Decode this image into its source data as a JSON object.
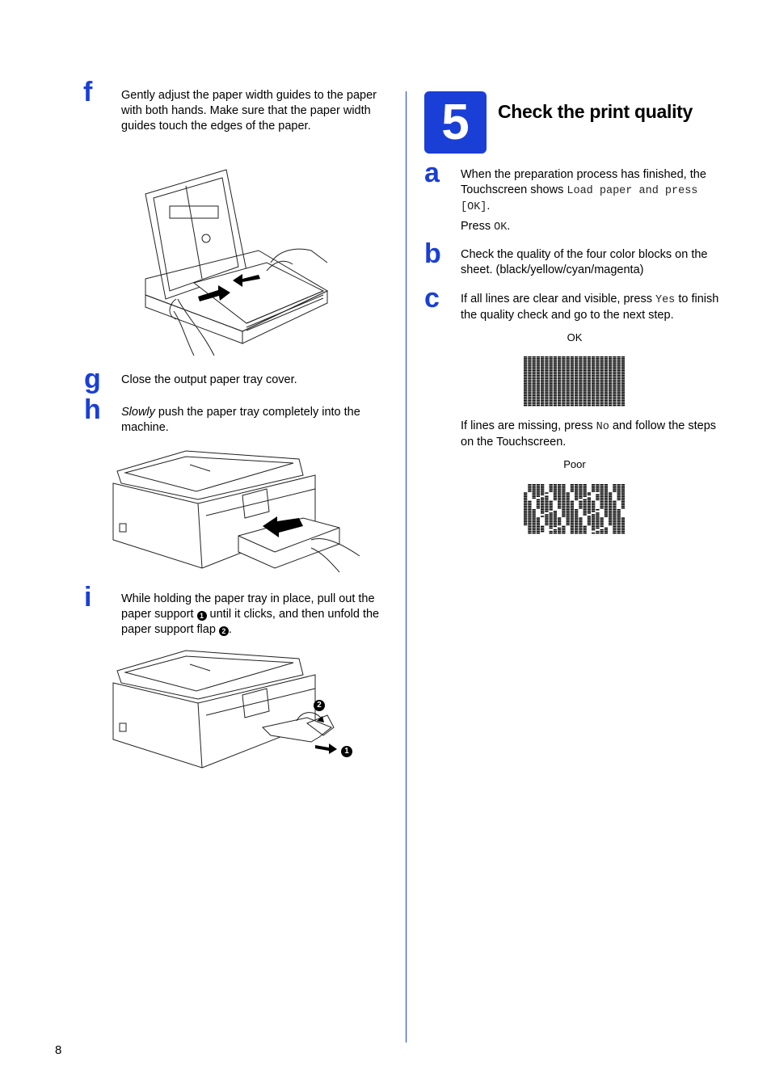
{
  "left": {
    "f": {
      "letter": "f",
      "text": "Gently adjust the paper width guides to the paper with both hands. Make sure that the paper width guides touch the edges of the paper."
    },
    "g": {
      "letter": "g",
      "text": "Close the output paper tray cover."
    },
    "h": {
      "letter": "h",
      "emph": "Slowly",
      "text": " push the paper tray completely into the machine."
    },
    "i": {
      "letter": "i",
      "text_1": "While holding the paper tray in place, pull out the paper support ",
      "callout_1": "1",
      "text_2": " until it clicks, and then unfold the paper support flap ",
      "callout_2": "2",
      "text_3": "."
    },
    "figure_i_callouts": [
      "2",
      "1"
    ]
  },
  "right": {
    "step_number": "5",
    "heading": "Check the print quality",
    "a": {
      "letter": "a",
      "text_1": "When the preparation process has finished, the Touchscreen shows ",
      "code_1": "Load paper and press [OK]",
      "text_2": ".",
      "press_label": "Press ",
      "press_code": "OK",
      "press_end": "."
    },
    "b": {
      "letter": "b",
      "text": "Check the quality of the four color blocks on the sheet. (black/yellow/cyan/magenta)"
    },
    "c": {
      "letter": "c",
      "text_1": "If all lines are clear and visible, press ",
      "code_yes": "Yes",
      "text_2": " to finish the quality check and go to the next step.",
      "ok_caption": "OK",
      "missing_1": "If lines are missing, press ",
      "code_no": "No",
      "missing_2": " and follow the steps on the Touchscreen.",
      "poor_caption": "Poor"
    }
  },
  "footer": {
    "page_number": "8"
  },
  "colors": {
    "accent": "#1a3fd6"
  }
}
